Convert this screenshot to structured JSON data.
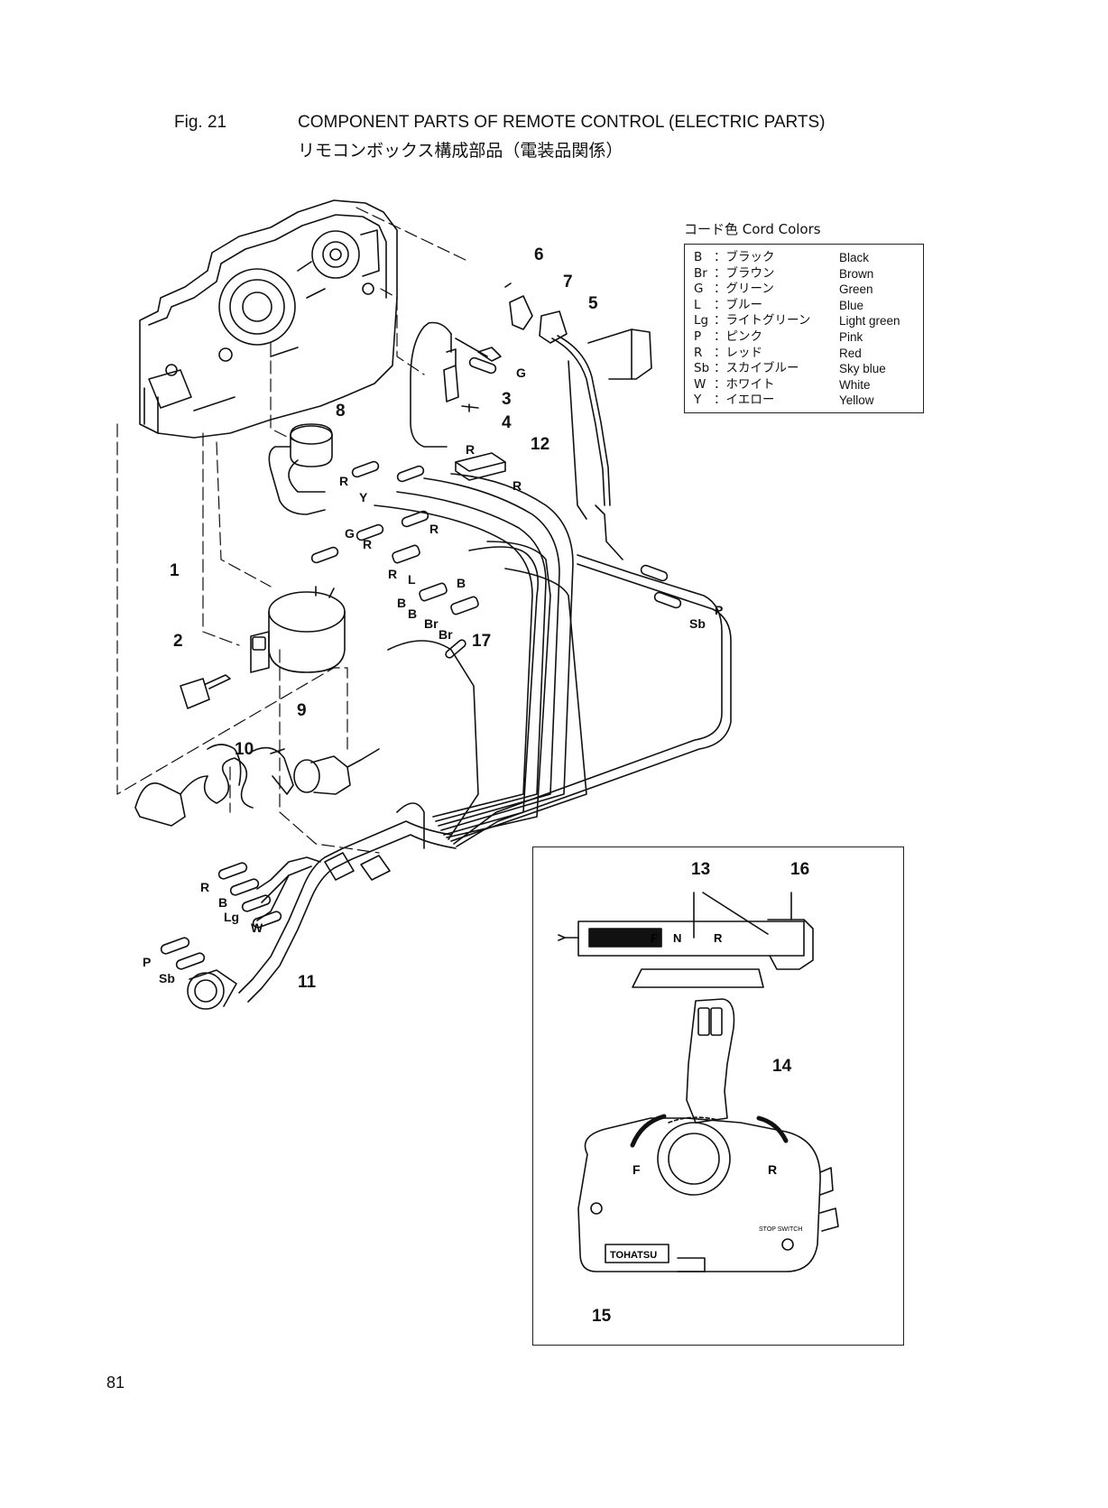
{
  "header": {
    "fig_no": "Fig. 21",
    "title_en": "COMPONENT PARTS OF REMOTE CONTROL (ELECTRIC PARTS)",
    "title_ja": "リモコンボックス構成部品（電装品関係）"
  },
  "legend": {
    "title": "コード色 Cord Colors",
    "rows": [
      {
        "code": "B",
        "ja": "：ブラック",
        "en": "Black"
      },
      {
        "code": "Br",
        "ja": "：ブラウン",
        "en": "Brown"
      },
      {
        "code": "G",
        "ja": "：グリーン",
        "en": "Green"
      },
      {
        "code": "L",
        "ja": "：ブルー",
        "en": "Blue"
      },
      {
        "code": "Lg",
        "ja": "：ライトグリーン",
        "en": "Light green"
      },
      {
        "code": "P",
        "ja": "：ピンク",
        "en": "Pink"
      },
      {
        "code": "R",
        "ja": "：レッド",
        "en": "Red"
      },
      {
        "code": "Sb",
        "ja": "：スカイブルー",
        "en": "Sky blue"
      },
      {
        "code": "W",
        "ja": "：ホワイト",
        "en": "White"
      },
      {
        "code": "Y",
        "ja": "：イエロー",
        "en": "Yellow"
      }
    ]
  },
  "callouts": {
    "c1": "1",
    "c2": "2",
    "c3": "3",
    "c4": "4",
    "c5": "5",
    "c6": "6",
    "c7": "7",
    "c8": "8",
    "c9": "9",
    "c10": "10",
    "c11": "11",
    "c12": "12",
    "c13": "13",
    "c14": "14",
    "c15": "15",
    "c16": "16",
    "c17": "17"
  },
  "wire_labels": {
    "g_top": "G",
    "r_12a": "R",
    "r_12b": "R",
    "r_8": "R",
    "y_8": "Y",
    "g_mid": "G",
    "r_mid1": "R",
    "r_mid2": "R",
    "r_sw": "R",
    "l_sw": "L",
    "b_sw1": "B",
    "b_sw2": "B",
    "b_sw3": "B",
    "br_sw1": "Br",
    "br_sw2": "Br",
    "p_right": "P",
    "sb_right": "Sb",
    "r_harness": "R",
    "b_harness": "B",
    "lg_harness": "Lg",
    "w_harness": "W",
    "p_harness": "P",
    "sb_harness": "Sb"
  },
  "inset": {
    "panel_marks": {
      "f": "F",
      "n": "N",
      "r": "R"
    },
    "lever_marks": {
      "f": "F",
      "r": "R"
    },
    "brand": "TOHATSU",
    "stop_switch": "STOP SWITCH"
  },
  "page_number": "81"
}
